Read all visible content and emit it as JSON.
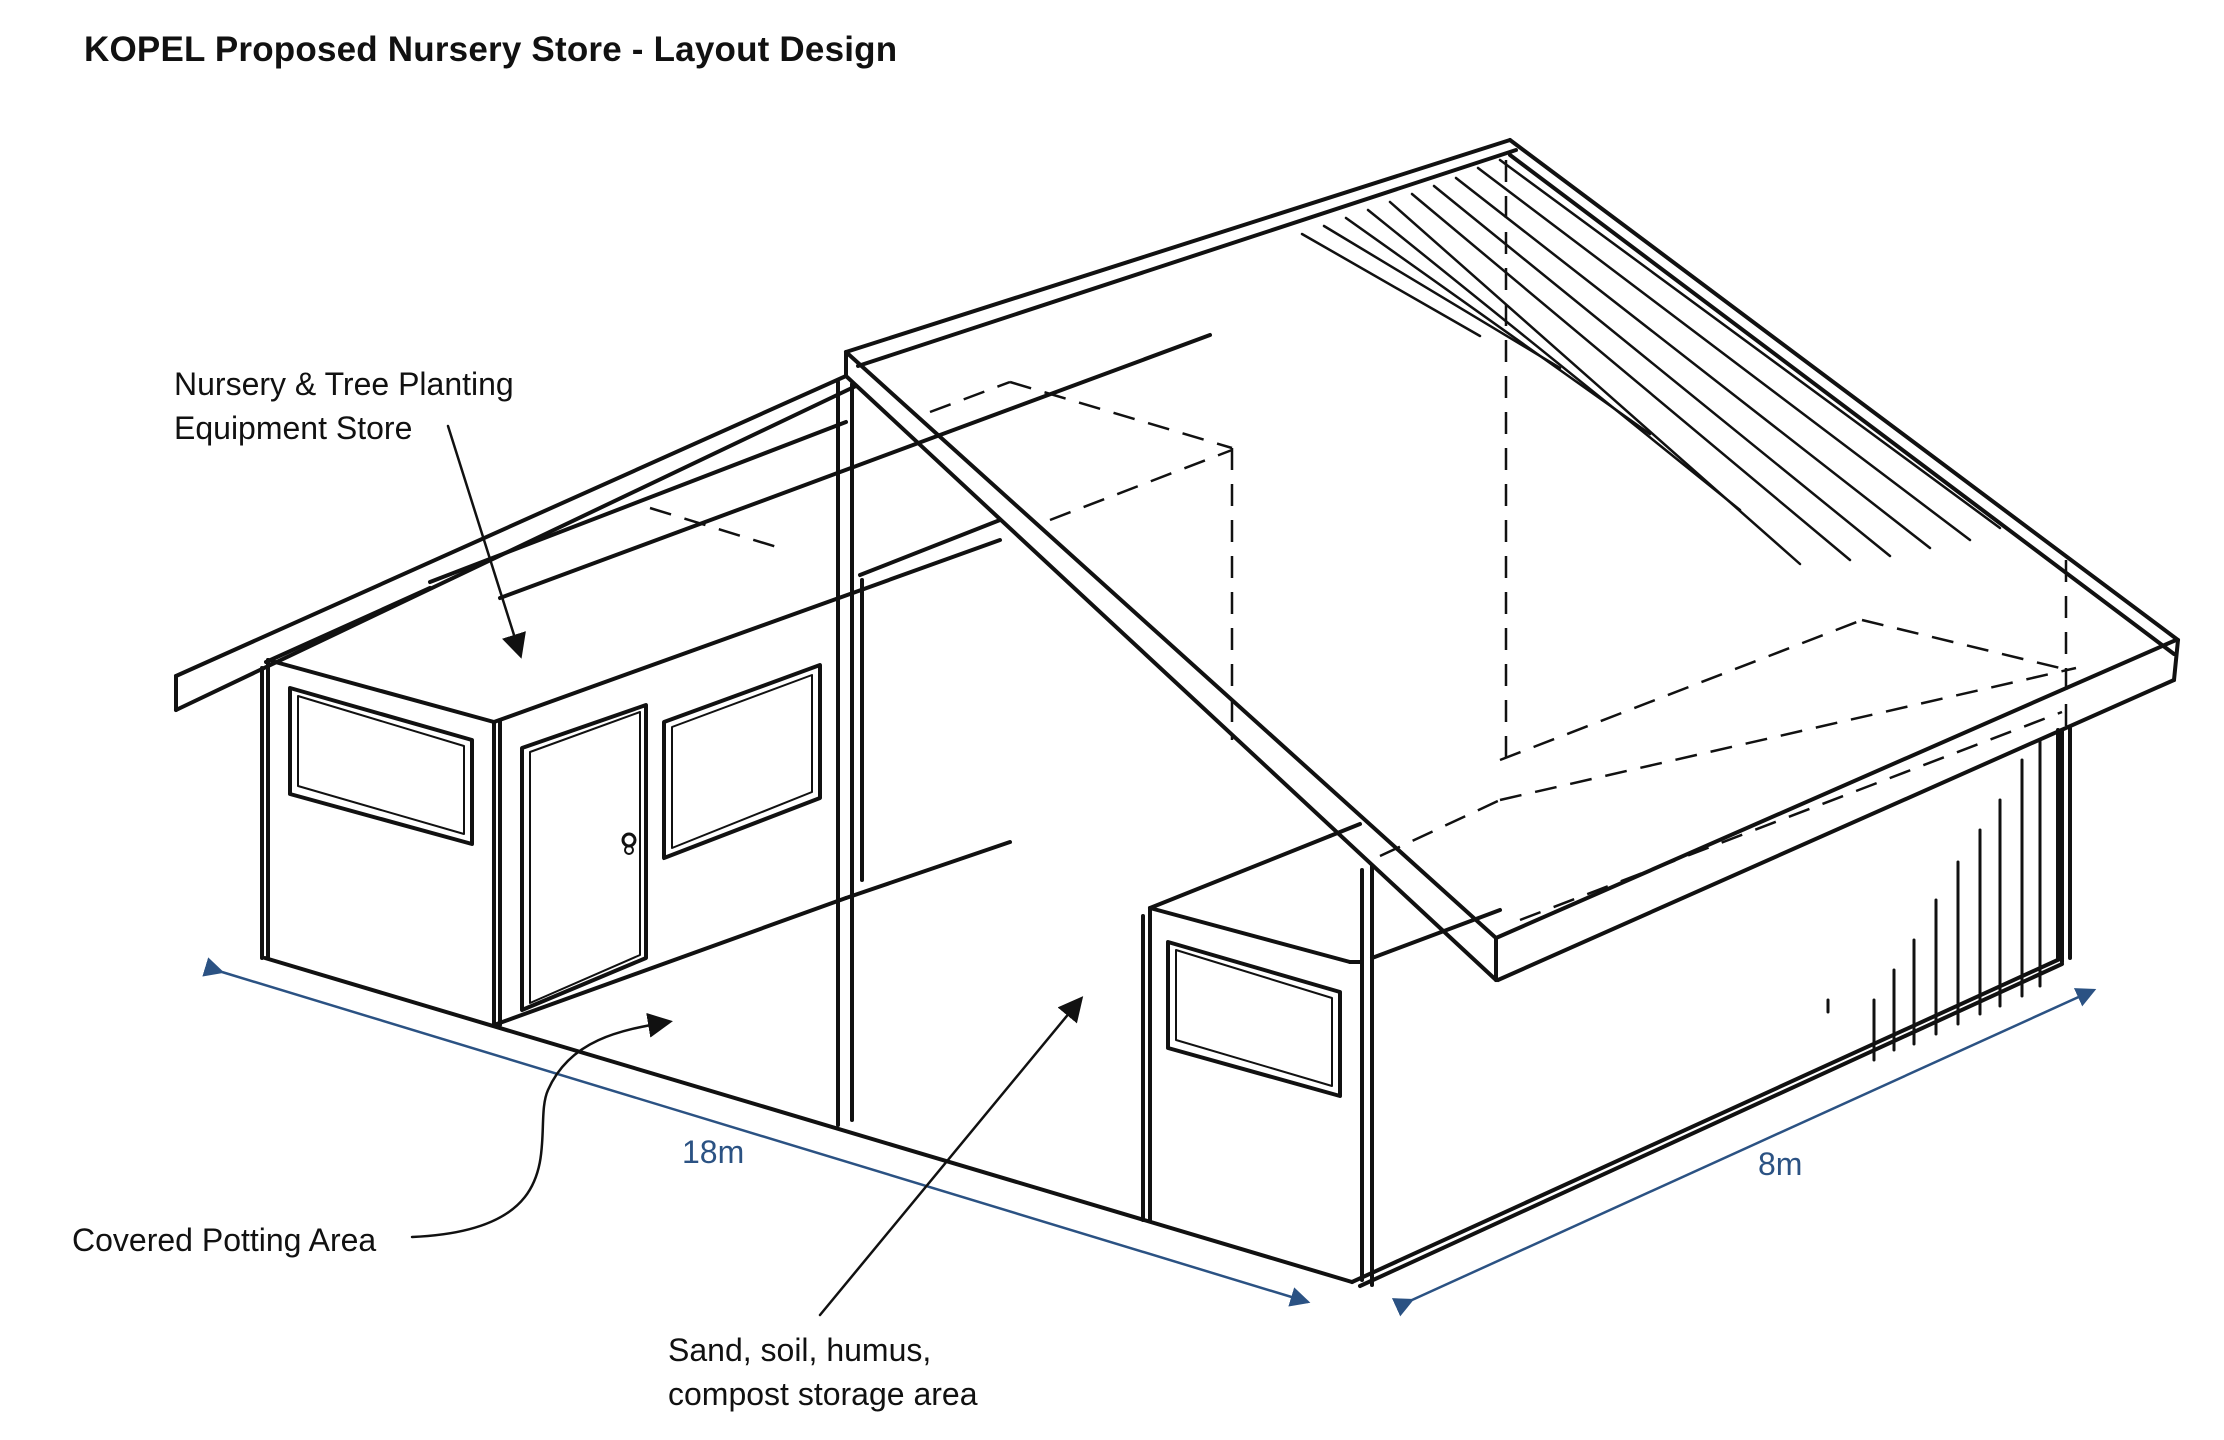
{
  "title": "KOPEL Proposed Nursery Store - Layout Design",
  "labels": {
    "store_line1": "Nursery & Tree Planting",
    "store_line2": "Equipment Store",
    "potting": "Covered Potting Area",
    "storage_line1": "Sand, soil, humus,",
    "storage_line2": "compost storage area"
  },
  "dimensions": {
    "length": "18m",
    "width": "8m"
  },
  "colors": {
    "ink": "#111111",
    "dimension": "#2b5283"
  }
}
